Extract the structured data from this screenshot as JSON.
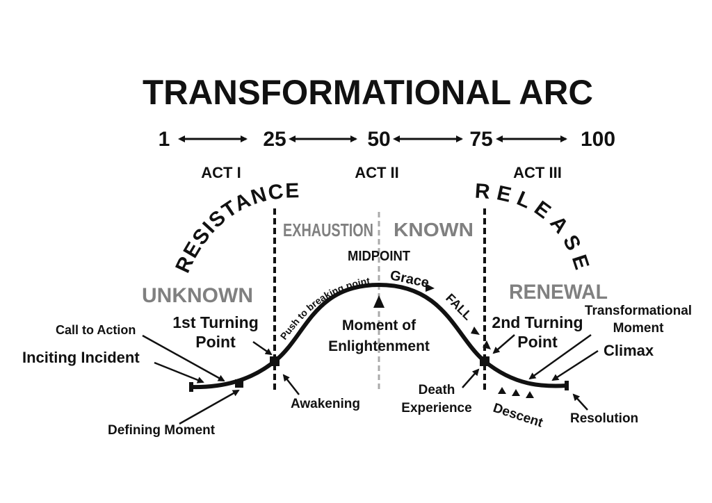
{
  "title": "TRANSFORMATIONAL ARC",
  "scale": [
    "1",
    "25",
    "50",
    "75",
    "100"
  ],
  "acts": [
    "ACT I",
    "ACT II",
    "ACT III"
  ],
  "phases": {
    "resistance": "RESISTANCE",
    "release": "RELEASE"
  },
  "zones": {
    "unknown": "UNKNOWN",
    "exhaustion": "EXHAUSTION",
    "known": "KNOWN",
    "renewal": "RENEWAL"
  },
  "labels": {
    "midpoint": "MIDPOINT",
    "push": "Push to breaking point",
    "grace": "Grace",
    "fall": "FALL",
    "moment1": "Moment of",
    "moment2": "Enlightenment",
    "tp1a": "1st Turning",
    "tp1b": "Point",
    "tp2a": "2nd Turning",
    "tp2b": "Point",
    "call": "Call to Action",
    "inciting": "Inciting Incident",
    "defining": "Defining Moment",
    "awakening": "Awakening",
    "death1": "Death",
    "death2": "Experience",
    "descent": "Descent",
    "trans1": "Transformational",
    "trans2": "Moment",
    "climax": "Climax",
    "resolution": "Resolution"
  },
  "colors": {
    "ink": "#111111",
    "zone_gray": "#808080"
  }
}
